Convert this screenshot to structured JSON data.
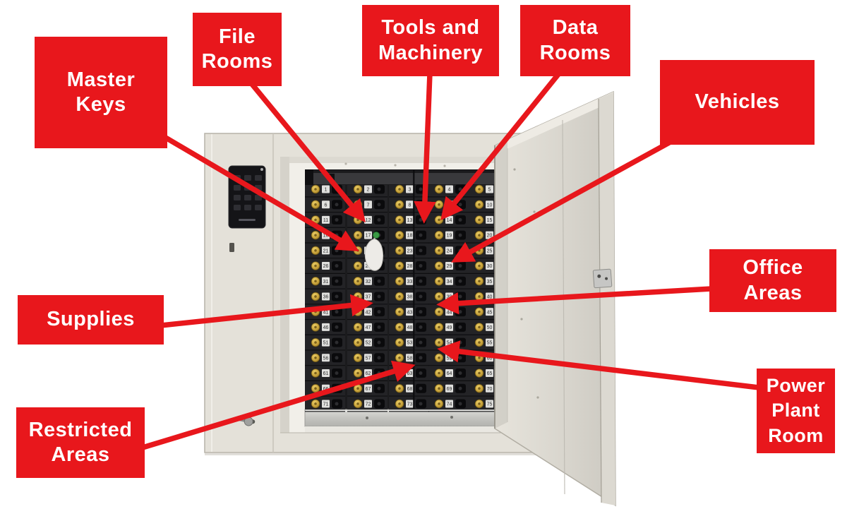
{
  "figure": {
    "type": "annotated-photo",
    "subject": "Electronic key control cabinet with open door, keypad and numbered key slots"
  },
  "colors": {
    "callout_bg": "#e8171c",
    "callout_text": "#ffffff",
    "cabinet_beige": "#e4e1d9",
    "panel_black": "#1b1b1d",
    "lock_brass": "#c9a43c",
    "label_tag": "#e0e0de",
    "aluminum_rail": "#c9c9c5",
    "door_face": "#dedbd3"
  },
  "callouts": [
    {
      "id": "master-keys",
      "lines": [
        "Master",
        "Keys"
      ]
    },
    {
      "id": "file-rooms",
      "lines": [
        "File",
        "Rooms"
      ]
    },
    {
      "id": "tools-and-machinery",
      "lines": [
        "Tools and",
        "Machinery"
      ]
    },
    {
      "id": "data-rooms",
      "lines": [
        "Data",
        "Rooms"
      ]
    },
    {
      "id": "vehicles",
      "lines": [
        "Vehicles"
      ]
    },
    {
      "id": "office-areas",
      "lines": [
        "Office",
        "Areas"
      ]
    },
    {
      "id": "supplies",
      "lines": [
        "Supplies"
      ]
    },
    {
      "id": "power-plant-room",
      "lines": [
        "Power",
        "Plant",
        "Room"
      ]
    },
    {
      "id": "restricted-areas",
      "lines": [
        "Restricted",
        "Areas"
      ]
    }
  ],
  "key_panel": {
    "columns": 5,
    "rows": 15,
    "total_slots": 75,
    "first_number": 1,
    "numbering": "numbers run left-to-right across each row; labels increase by 5 down each column",
    "master_key_fob_at_slot": 22,
    "fob_seal_color": "#3a9a44"
  },
  "keypad": {
    "rows": 4,
    "columns": 3
  }
}
